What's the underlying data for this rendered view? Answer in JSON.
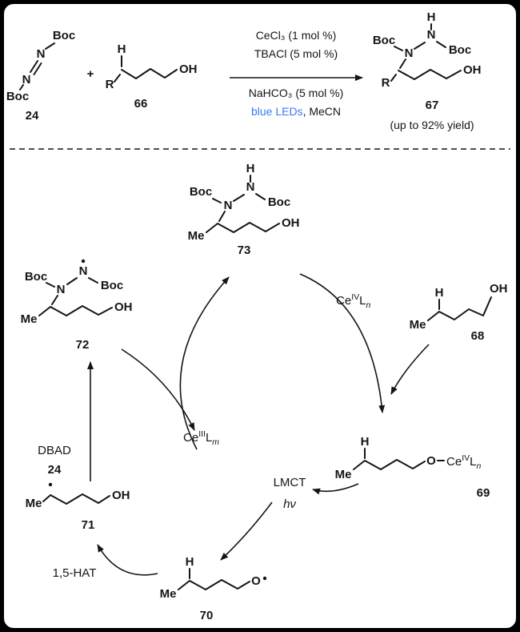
{
  "colors": {
    "nitrogen_blue": "#2323dd",
    "h_orange": "#ed7d45",
    "led_blue": "#3a7bf2",
    "line_black": "#151515"
  },
  "top": {
    "dbad": {
      "boc_top": "Boc",
      "n1": "N",
      "n2": "N",
      "boc_bottom": "Boc",
      "num": "24"
    },
    "plus": "+",
    "alcohol": {
      "h": "H",
      "r": "R",
      "oh": "OH",
      "num": "66"
    },
    "conditions": {
      "line1": "CeCl₃ (1 mol %)",
      "line2": "TBACl (5 mol %)",
      "line3": "NaHCO₃ (5 mol %)",
      "line4_blue": "blue LEDs",
      "line4_black": ", MeCN"
    },
    "product": {
      "boc_left": "Boc",
      "n1": "N",
      "h": "H",
      "n2": "N",
      "boc_right": "Boc",
      "r": "R",
      "oh": "OH",
      "num": "67",
      "yield_note": "(up to 92% yield)"
    }
  },
  "cycle": {
    "c73": {
      "h": "H",
      "boc_left": "Boc",
      "n1": "N",
      "n2": "N",
      "boc_right": "Boc",
      "me": "Me",
      "oh": "OH",
      "num": "73"
    },
    "c72": {
      "boc_left": "Boc",
      "n1": "N",
      "n2": "N",
      "boc_right": "Boc",
      "me": "Me",
      "oh": "OH",
      "num": "72"
    },
    "c68": {
      "h": "H",
      "me": "Me",
      "oh": "OH",
      "num": "68"
    },
    "c69": {
      "h": "H",
      "me": "Me",
      "o": "O",
      "ce": "Ce",
      "ox": "IV",
      "ligand": "L",
      "lig_sub": "n",
      "num": "69"
    },
    "c70": {
      "h": "H",
      "me": "Me",
      "o": "O",
      "num": "70"
    },
    "c71": {
      "me": "Me",
      "oh": "OH",
      "num": "71"
    },
    "ce4": {
      "ce": "Ce",
      "ox": "IV",
      "ligand": "L",
      "lig_sub": "n"
    },
    "ce3": {
      "ce": "Ce",
      "ox": "III",
      "ligand": "L",
      "lig_sub": "m"
    },
    "lmct": "LMCT",
    "hv": "hν",
    "dbad_name": "DBAD",
    "dbad_num": "24",
    "hat": "1,5-HAT"
  }
}
